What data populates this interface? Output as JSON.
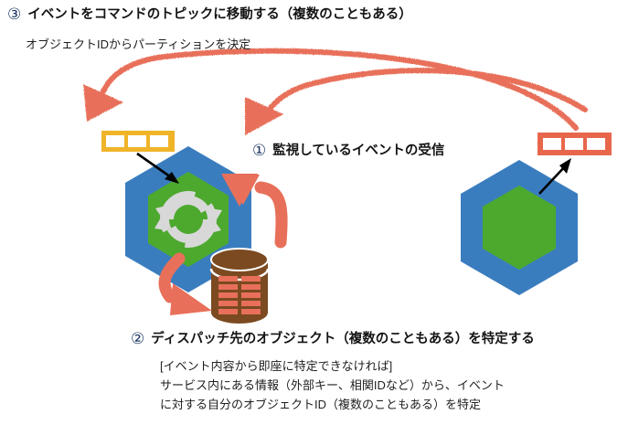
{
  "diagram": {
    "title_step3": {
      "marker": "③",
      "headline": "イベントをコマンドのトピックに移動する（複数のこともある）",
      "sub": "オブジェクトIDからパーティションを決定"
    },
    "step1": {
      "marker": "①",
      "headline": "監視しているイベントの受信"
    },
    "step2": {
      "marker": "②",
      "headline": "ディスパッチ先のオブジェクト（複数のこともある）を特定する",
      "sub_lines": [
        "[イベント内容から即座に特定できなければ]",
        "サービス内にある情報（外部キー、相関IDなど）から、イベント",
        "に対する自分のオブジェクトID（複数のこともある）を特定"
      ]
    },
    "shapes": {
      "left_topic_label": "yellow-topic-bar",
      "right_topic_label": "red-topic-bar",
      "left_service_label": "service-hexagon-with-sync",
      "right_service_label": "service-hexagon",
      "database_label": "database-cylinder",
      "sync_icon_label": "sync-arrows-icon",
      "topic_cells": 3
    },
    "colors": {
      "hex_blue": "#3A7DBF",
      "hex_green": "#4CA92E",
      "topic_yellow": "#F0B429",
      "topic_red": "#E8674C",
      "arrow_salmon": "#E8705A",
      "db_brown": "#7B4A21",
      "db_row": "#E8705A",
      "sync_gray": "#D4D4D4",
      "marker_navy": "#1F3864",
      "text_black": "#141414"
    }
  }
}
